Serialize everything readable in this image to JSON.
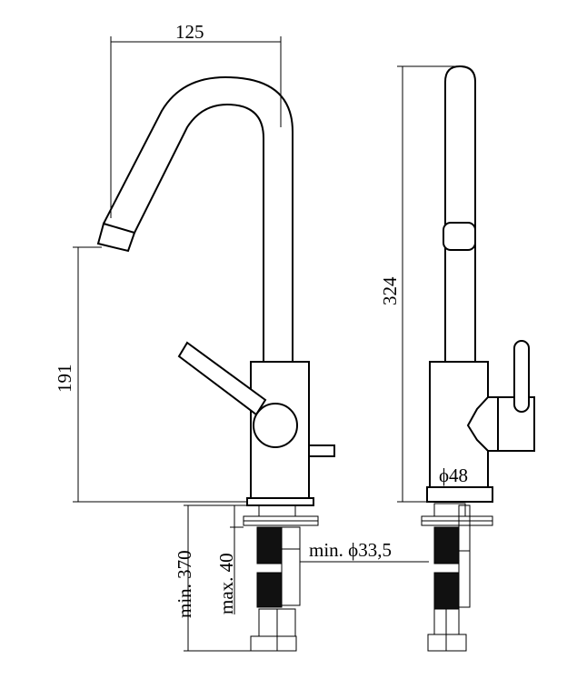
{
  "drawing": {
    "front_view": {
      "dim_spout_reach": "125",
      "dim_spout_height": "191",
      "dim_min_hose_length": "min. 370",
      "dim_max_counter_thickness": "max. 40",
      "dim_min_hole_diameter": "min. ϕ33,5"
    },
    "side_view": {
      "dim_total_height": "324",
      "dim_base_diameter": "ϕ48"
    },
    "colors": {
      "line": "#000000",
      "hose": "#111111",
      "background": "#ffffff"
    }
  }
}
